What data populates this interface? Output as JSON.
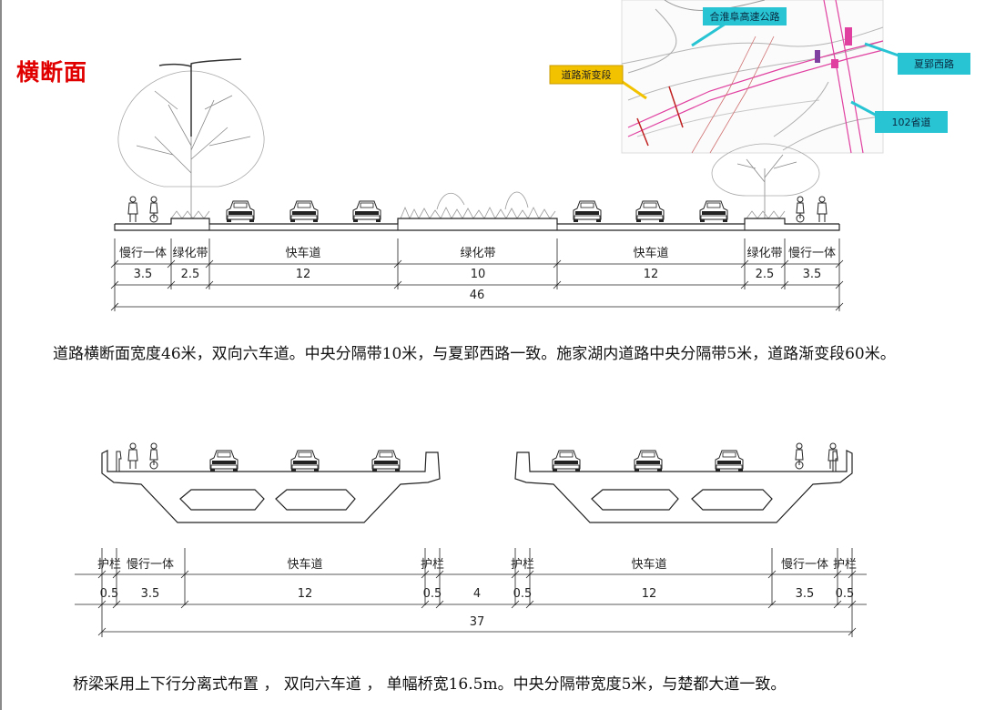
{
  "page": {
    "title": "横断面",
    "paragraph1": "道路横断面宽度46米，双向六车道。中央分隔带10米，与夏郢西路一致。施家湖内道路中央分隔带5米，道路渐变段60米。",
    "paragraph2": "桥梁采用上下行分离式布置 ， 双向六车道 ， 单幅桥宽16.5m。中央分隔带宽度5米，与楚都大道一致。"
  },
  "road_section": {
    "labels": [
      "慢行一体",
      "绿化带",
      "快车道",
      "绿化带",
      "快车道",
      "绿化带",
      "慢行一体"
    ],
    "widths": [
      "3.5",
      "2.5",
      "12",
      "10",
      "12",
      "2.5",
      "3.5"
    ],
    "total": "46"
  },
  "bridge_section": {
    "labels": [
      "护栏",
      "慢行一体",
      "快车道",
      "护栏",
      "护栏",
      "快车道",
      "慢行一体",
      "护栏"
    ],
    "widths": [
      "0.5",
      "3.5",
      "12",
      "0.5",
      "4",
      "0.5",
      "12",
      "3.5",
      "0.5"
    ],
    "total": "37"
  },
  "map_inset": {
    "label_expressway": "合淮阜高速公路",
    "label_transition": "道路渐变段",
    "label_xiaying": "夏郢西路",
    "label_provincial": "102省道",
    "colors": {
      "cyan": "#28c4d4",
      "yellow": "#f2c200",
      "road": "#e040a0"
    }
  }
}
